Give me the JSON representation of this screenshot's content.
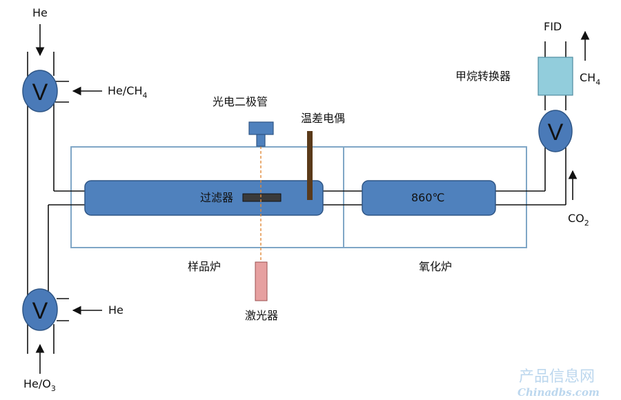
{
  "labels": {
    "he_top": "He",
    "he_ch4_prefix": "He/CH",
    "he_ch4_sub": "4",
    "photodiode": "光电二极管",
    "thermocouple": "温差电偶",
    "filter": "过滤器",
    "oxidation_temp": "860℃",
    "sample_furnace": "样品炉",
    "oxidation_furnace": "氧化炉",
    "laser": "激光器",
    "he_bottom": "He",
    "he_o3_prefix": "He/O",
    "he_o3_sub": "3",
    "fid": "FID",
    "methanator": "甲烷转换器",
    "ch4_prefix": "CH",
    "ch4_sub": "4",
    "co2_prefix": "CO",
    "co2_sub": "2",
    "valve_symbol": "V"
  },
  "watermark": {
    "line1": "产品信息网",
    "line2": "Chinadbs.com"
  },
  "colors": {
    "valve_fill": "#4a7ab8",
    "tube_fill": "#4f81bd",
    "furnace_border": "#7fa6c6",
    "methanator_fill": "#92cddc",
    "laser_fill": "#e6a0a0",
    "thermocouple": "#5a3a1a",
    "photodiode_fill": "#4f81bd",
    "laser_beam": "#e08a3a"
  }
}
